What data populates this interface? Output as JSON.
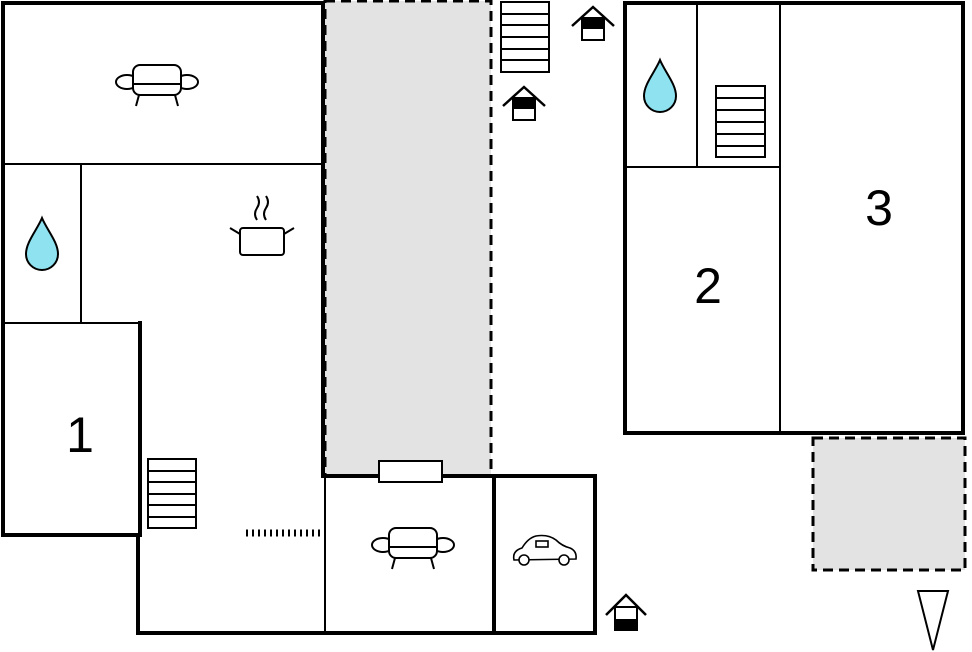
{
  "rooms": [
    {
      "label": "1"
    },
    {
      "label": "2"
    },
    {
      "label": "3"
    }
  ],
  "colors": {
    "water": "#8fe3f0",
    "outdoor_area": "#e3e3e3",
    "wall": "#000000"
  },
  "icons": [
    "sofa-icon",
    "water-drop-icon",
    "cooking-pot-icon",
    "stairs-icon",
    "car-icon",
    "entrance-icon",
    "north-arrow-icon"
  ]
}
